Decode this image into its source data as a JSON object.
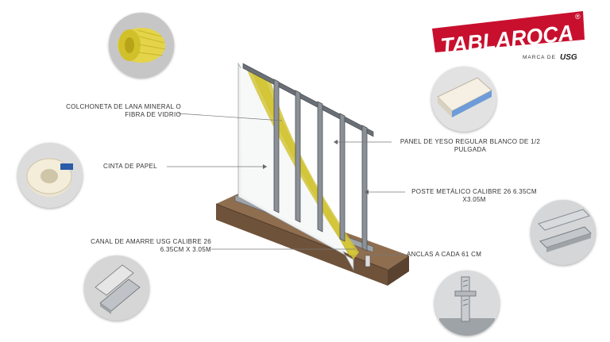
{
  "brand": {
    "name": "TABLAROCA",
    "registered": "®",
    "tagline": "MARCA DE",
    "sub_brand": "USG",
    "color": "#c8102e"
  },
  "labels": {
    "insulation": [
      "COLCHONETA DE LANA MINERAL O",
      "FIBRA DE VIDRIO"
    ],
    "tape": "CINTA DE PAPEL",
    "channel": [
      "CANAL DE AMARRE USG CALIBRE 26",
      "6.35CM X 3.05M"
    ],
    "panel": [
      "PANEL DE YESO REGULAR BLANCO DE 1/2",
      "PULGADA"
    ],
    "stud": [
      "POSTE METÁLICO CALIBRE 26 6.35CM",
      "X3.05M"
    ],
    "anchors": "ANCLAS A CADA 61 CM"
  },
  "icons": {
    "insulation": "insulation-roll-icon",
    "tape": "paper-tape-roll-icon",
    "channel": "metal-channel-icon",
    "panel": "gypsum-board-icon",
    "stud": "metal-stud-icon",
    "anchors": "anchor-bolt-icon"
  },
  "colors": {
    "insulation": "#d6c83a",
    "floor": "#8a6a4c",
    "steel": "#5f646b",
    "leader": "#777777"
  }
}
